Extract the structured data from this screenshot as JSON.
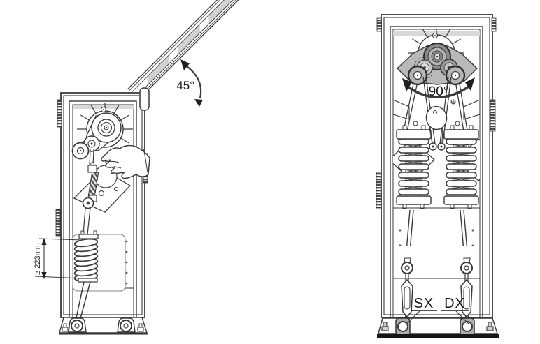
{
  "figure": {
    "description": "Barrier gate spring balancing diagram, two cabinet views",
    "left_view": {
      "angle_label": "45°",
      "dimension_label": "≥ 223mm"
    },
    "right_view": {
      "angle_label": "90°",
      "left_spring_label": "SX",
      "right_spring_label": "DX"
    },
    "colors": {
      "background": "#ffffff",
      "line": "#3a3a3a",
      "arm_stripe_gray": "#d2d2d2",
      "plate_gray": "#b9b9b9",
      "gear_dark_gray": "#8a8a8a",
      "anchor_gray": "#adadad",
      "base_band_dark": "#161616",
      "label_color": "#161616"
    }
  }
}
